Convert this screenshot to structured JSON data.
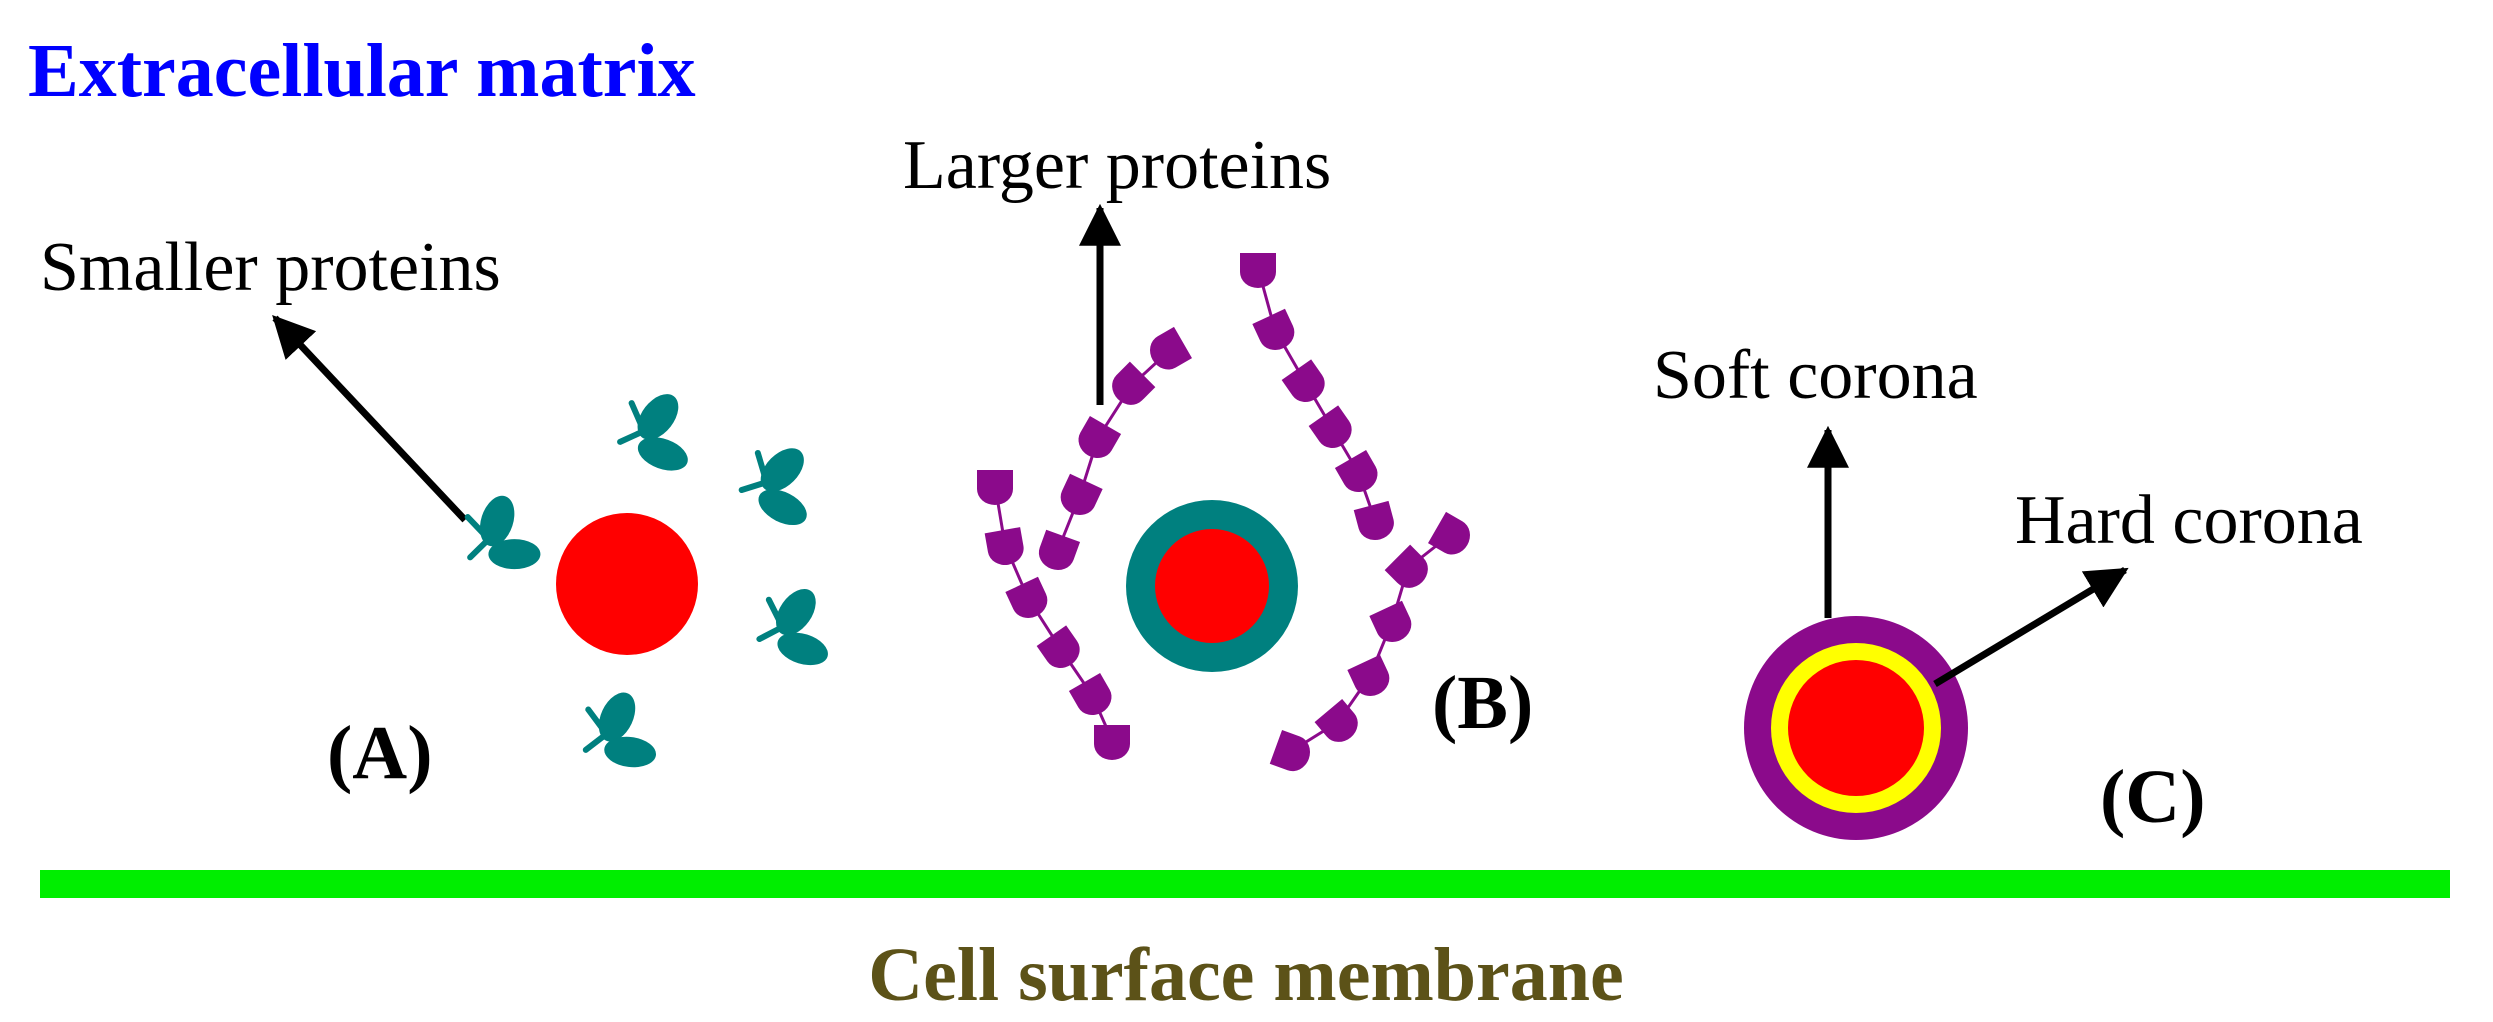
{
  "title": "Extracellular matrix",
  "membrane_label": "Cell surface membrane",
  "panels": {
    "a": {
      "label": "(A)",
      "annotation": "Smaller proteins"
    },
    "b": {
      "label": "(B)",
      "annotation": "Larger proteins"
    },
    "c": {
      "label": "(C)",
      "soft_annotation": "Soft corona",
      "hard_annotation": "Hard corona"
    }
  },
  "colors": {
    "title": "#0000ff",
    "membrane_label": "#5c5218",
    "membrane": "#00ee00",
    "nanoparticle": "#ff0000",
    "small_protein": "#00807f",
    "large_protein": "#8b0a8b",
    "hard_corona": "#ffff00",
    "soft_corona": "#8b0a8b",
    "arrow": "#000000"
  },
  "icons": {
    "small_protein": "y-shaped-protein-icon",
    "large_protein": "bead-chain-protein-icon",
    "arrow": "arrow-icon"
  }
}
